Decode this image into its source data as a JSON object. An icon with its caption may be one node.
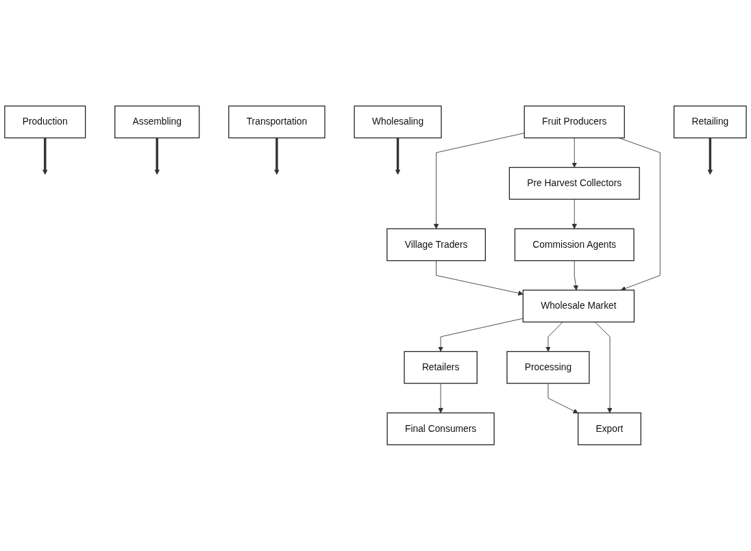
{
  "diagram": {
    "nodes": [
      {
        "text": [
          "Production"
        ]
      },
      {
        "text": [
          "Assembling"
        ]
      },
      {
        "text": [
          "Transportation"
        ]
      },
      {
        "text": [
          "Wholesaling"
        ]
      },
      {
        "text": [
          "Retailing"
        ]
      },
      {
        "text": [
          "Fruit Producers"
        ]
      },
      {
        "text": [
          "Village Traders"
        ]
      },
      {
        "text": [
          "Pre Harvest Collectors"
        ]
      },
      {
        "text": [
          "Commission Agents"
        ]
      },
      {
        "text": [
          "Wholesale Market"
        ]
      },
      {
        "text": [
          "Retailers"
        ]
      },
      {
        "text": [
          "Processing"
        ]
      },
      {
        "text": [
          "Export"
        ]
      },
      {
        "text": [
          "Final Consumers"
        ]
      }
    ],
    "edges": [
      {
        "from": 0,
        "to": null,
        "arrow": "to",
        "style": "thick"
      },
      {
        "from": 1,
        "to": null,
        "arrow": "to",
        "style": "thick"
      },
      {
        "from": 2,
        "to": null,
        "arrow": "to",
        "style": "thick"
      },
      {
        "from": 3,
        "to": null,
        "arrow": "to",
        "style": "thick"
      },
      {
        "from": 4,
        "to": null,
        "arrow": "to",
        "style": "thick"
      },
      {
        "from": 5,
        "to": 6,
        "arrow": "to"
      },
      {
        "from": 5,
        "to": 7,
        "arrow": "to"
      },
      {
        "from": 6,
        "to": 9,
        "arrow": "to"
      },
      {
        "from": 5,
        "to": 9,
        "arrow": "to"
      },
      {
        "from": 7,
        "to": 8,
        "arrow": "to"
      },
      {
        "from": 8,
        "to": 9,
        "arrow": "to"
      },
      {
        "from": 9,
        "to": 10,
        "arrow": "to"
      },
      {
        "from": 9,
        "to": 11,
        "arrow": "to"
      },
      {
        "from": 9,
        "to": 12,
        "arrow": "to"
      },
      {
        "from": 11,
        "to": 12,
        "arrow": "to"
      },
      {
        "from": 10,
        "to": 13,
        "arrow": "to"
      }
    ]
  }
}
